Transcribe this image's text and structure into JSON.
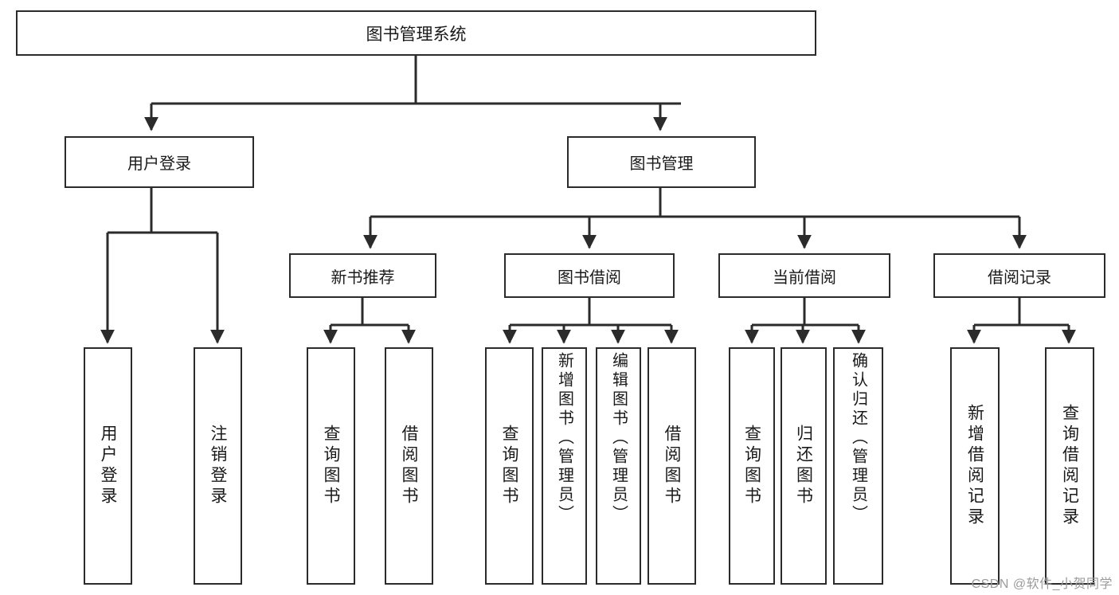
{
  "diagram": {
    "type": "tree-hierarchy-chart",
    "title": "图书管理系统",
    "root": {
      "label": "图书管理系统"
    },
    "level1": [
      {
        "id": "user-login",
        "label": "用户登录"
      },
      {
        "id": "book-management",
        "label": "图书管理"
      }
    ],
    "level2": [
      {
        "id": "new-book-recommend",
        "label": "新书推荐",
        "parent": "book-management"
      },
      {
        "id": "book-borrow",
        "label": "图书借阅",
        "parent": "book-management"
      },
      {
        "id": "current-borrow",
        "label": "当前借阅",
        "parent": "book-management"
      },
      {
        "id": "borrow-record",
        "label": "借阅记录",
        "parent": "book-management"
      }
    ],
    "leaves": {
      "user-login": [
        {
          "id": "leaf-user-login",
          "label": "用户登录"
        },
        {
          "id": "leaf-logout",
          "label": "注销登录"
        }
      ],
      "new-book-recommend": [
        {
          "id": "leaf-query-book-1",
          "label": "查询图书"
        },
        {
          "id": "leaf-borrow-book-1",
          "label": "借阅图书"
        }
      ],
      "book-borrow": [
        {
          "id": "leaf-query-book-2",
          "label": "查询图书"
        },
        {
          "id": "leaf-add-book",
          "label": "新增图书（管理员）"
        },
        {
          "id": "leaf-edit-book",
          "label": "编辑图书（管理员）"
        },
        {
          "id": "leaf-borrow-book-2",
          "label": "借阅图书"
        }
      ],
      "current-borrow": [
        {
          "id": "leaf-query-book-3",
          "label": "查询图书"
        },
        {
          "id": "leaf-return-book",
          "label": "归还图书"
        },
        {
          "id": "leaf-confirm-return",
          "label": "确认归还（管理员）"
        }
      ],
      "borrow-record": [
        {
          "id": "leaf-add-record",
          "label": "新增借阅记录"
        },
        {
          "id": "leaf-query-record",
          "label": "查询借阅记录"
        }
      ]
    }
  },
  "watermark": {
    "text": "CSDN @软件_小贺同学"
  },
  "colors": {
    "stroke": "#2b2b2b",
    "fill": "#ffffff",
    "text": "#1a1a1a",
    "watermark": "#9b9b9b"
  }
}
